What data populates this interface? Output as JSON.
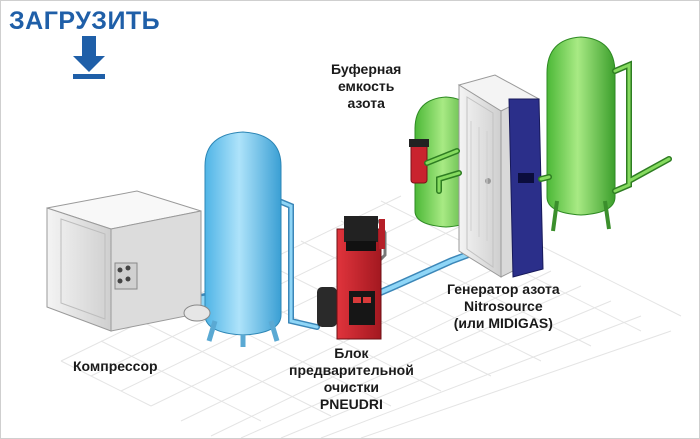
{
  "header": {
    "load_label": "ЗАГРУЗИТЬ",
    "arrow_icon": "arrow-down-icon",
    "accent": "#1f5fa8"
  },
  "diagram": {
    "buffer_label": [
      "Буферная",
      "емкость",
      "азота"
    ],
    "compressor_label": "Компрессор",
    "pneudri_label": [
      "Блок",
      "предварительной",
      "очистки",
      "PNEUDRI"
    ],
    "generator_label": [
      "Генератор азота",
      "Nitrosource",
      "(или MIDIGAS)"
    ],
    "colors": {
      "air_receiver": "#7ccff2",
      "nitrogen_tank": "#7fd45a",
      "pneudri": "#c9232e",
      "generator_panel": "#2b2f8a",
      "compressor": "#e9e9e9"
    }
  }
}
